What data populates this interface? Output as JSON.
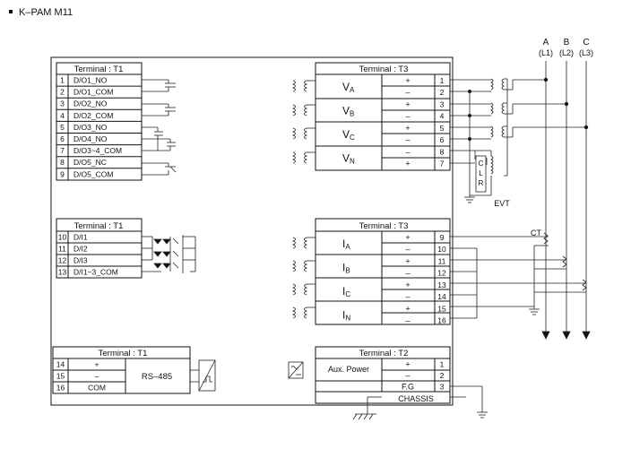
{
  "title": "K–PAM M11",
  "phases": [
    {
      "letter": "A",
      "line": "(L1)"
    },
    {
      "letter": "B",
      "line": "(L2)"
    },
    {
      "letter": "C",
      "line": "(L3)"
    }
  ],
  "block_do": {
    "heading": "Terminal : T1",
    "rows": [
      {
        "num": "1",
        "label": "D/O1_NO"
      },
      {
        "num": "2",
        "label": "D/O1_COM"
      },
      {
        "num": "3",
        "label": "D/O2_NO"
      },
      {
        "num": "4",
        "label": "D/O2_COM"
      },
      {
        "num": "5",
        "label": "D/O3_NO"
      },
      {
        "num": "6",
        "label": "D/O4_NO"
      },
      {
        "num": "7",
        "label": "D/O3~4_COM"
      },
      {
        "num": "8",
        "label": "D/O5_NC"
      },
      {
        "num": "9",
        "label": "D/O5_COM"
      }
    ]
  },
  "block_di": {
    "heading": "Terminal : T1",
    "rows": [
      {
        "num": "10",
        "label": "D/I1"
      },
      {
        "num": "11",
        "label": "D/I2"
      },
      {
        "num": "12",
        "label": "D/I3"
      },
      {
        "num": "13",
        "label": "D/I1~3_COM"
      }
    ]
  },
  "block_485": {
    "heading": "Terminal : T1",
    "rows": [
      {
        "num": "14",
        "label": "+"
      },
      {
        "num": "15",
        "label": "–"
      },
      {
        "num": "16",
        "label": "COM"
      }
    ],
    "device": "RS–485"
  },
  "block_v": {
    "heading": "Terminal : T3",
    "rows": [
      {
        "name": "V",
        "sub": "A",
        "sign1": "+",
        "sign2": "–",
        "n1": "1",
        "n2": "2"
      },
      {
        "name": "V",
        "sub": "B",
        "sign1": "+",
        "sign2": "–",
        "n1": "3",
        "n2": "4"
      },
      {
        "name": "V",
        "sub": "C",
        "sign1": "+",
        "sign2": "–",
        "n1": "5",
        "n2": "6"
      },
      {
        "name": "V",
        "sub": "N",
        "sign1": "–",
        "sign2": "+",
        "n1": "8",
        "n2": "7"
      }
    ],
    "clr": [
      "C",
      "L",
      "R"
    ],
    "evt": "EVT"
  },
  "block_i": {
    "heading": "Terminal : T3",
    "rows": [
      {
        "name": "I",
        "sub": "A",
        "sign1": "+",
        "sign2": "–",
        "n1": "9",
        "n2": "10"
      },
      {
        "name": "I",
        "sub": "B",
        "sign1": "+",
        "sign2": "–",
        "n1": "11",
        "n2": "12"
      },
      {
        "name": "I",
        "sub": "C",
        "sign1": "+",
        "sign2": "–",
        "n1": "13",
        "n2": "14"
      },
      {
        "name": "I",
        "sub": "N",
        "sign1": "+",
        "sign2": "–",
        "n1": "15",
        "n2": "16"
      }
    ],
    "ct": "CT"
  },
  "block_power": {
    "heading": "Terminal : T2",
    "device": "Aux. Power",
    "rows": [
      {
        "sign": "+",
        "num": "1"
      },
      {
        "sign": "–",
        "num": "2"
      },
      {
        "sign": "F.G",
        "num": "3"
      }
    ],
    "chassis": "CHASSIS"
  }
}
